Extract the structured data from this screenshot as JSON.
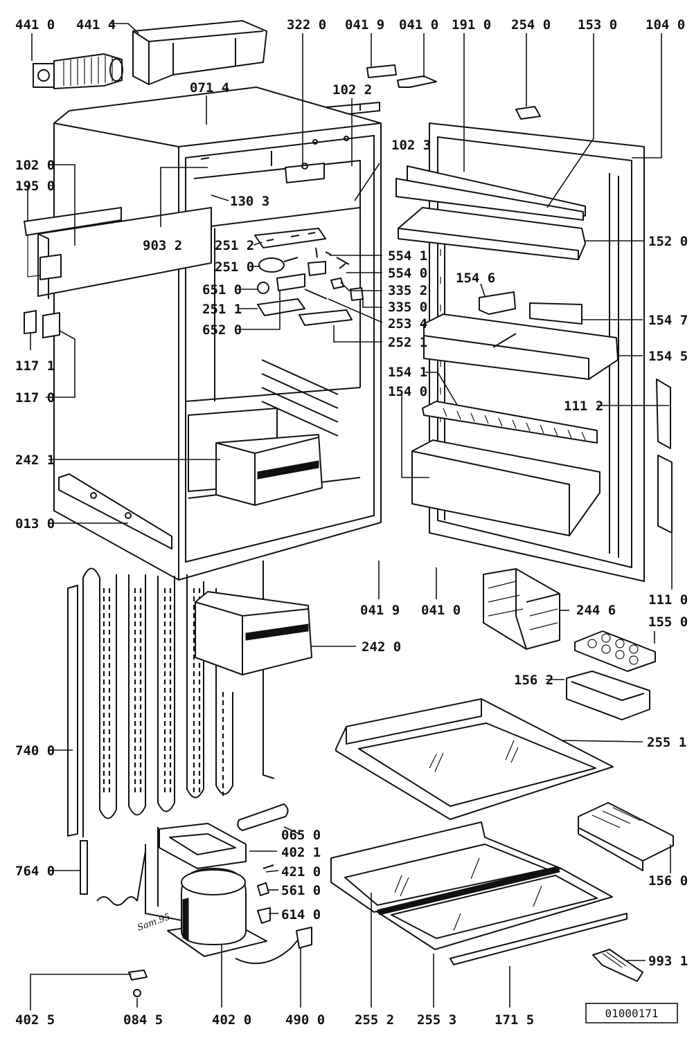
{
  "diagram": {
    "doc_id": "01000171",
    "signature": "Sam.95",
    "labels": [
      {
        "id": "l4410",
        "text": "441 0"
      },
      {
        "id": "l4414",
        "text": "441 4"
      },
      {
        "id": "l3220",
        "text": "322 0"
      },
      {
        "id": "l0419a",
        "text": "041 9"
      },
      {
        "id": "l0410a",
        "text": "041 0"
      },
      {
        "id": "l1910",
        "text": "191 0"
      },
      {
        "id": "l2540",
        "text": "254 0"
      },
      {
        "id": "l1530",
        "text": "153 0"
      },
      {
        "id": "l1040",
        "text": "104 0"
      },
      {
        "id": "l0714",
        "text": "071 4"
      },
      {
        "id": "l1022",
        "text": "102 2"
      },
      {
        "id": "l1023",
        "text": "102 3"
      },
      {
        "id": "l1020",
        "text": "102 0"
      },
      {
        "id": "l1950",
        "text": "195 0"
      },
      {
        "id": "l1303",
        "text": "130 3"
      },
      {
        "id": "l9032",
        "text": "903 2"
      },
      {
        "id": "l2512",
        "text": "251 2"
      },
      {
        "id": "l5541",
        "text": "554 1"
      },
      {
        "id": "l1520",
        "text": "152 0"
      },
      {
        "id": "l2510",
        "text": "251 0"
      },
      {
        "id": "l5540",
        "text": "554 0"
      },
      {
        "id": "l6510",
        "text": "651 0"
      },
      {
        "id": "l3352",
        "text": "335 2"
      },
      {
        "id": "l1546",
        "text": "154 6"
      },
      {
        "id": "l2511",
        "text": "251 1"
      },
      {
        "id": "l3350",
        "text": "335 0"
      },
      {
        "id": "l6520",
        "text": "652 0"
      },
      {
        "id": "l2534",
        "text": "253 4"
      },
      {
        "id": "l1547",
        "text": "154 7"
      },
      {
        "id": "l2521",
        "text": "252 1"
      },
      {
        "id": "l1171",
        "text": "117 1"
      },
      {
        "id": "l1545",
        "text": "154 5"
      },
      {
        "id": "l1541",
        "text": "154 1"
      },
      {
        "id": "l1540",
        "text": "154 0"
      },
      {
        "id": "l1170",
        "text": "117 0"
      },
      {
        "id": "l1112",
        "text": "111 2"
      },
      {
        "id": "l2421",
        "text": "242 1"
      },
      {
        "id": "l0130",
        "text": "013 0"
      },
      {
        "id": "l1110",
        "text": "111 0"
      },
      {
        "id": "l0419b",
        "text": "041 9"
      },
      {
        "id": "l0410b",
        "text": "041 0"
      },
      {
        "id": "l2446",
        "text": "244 6"
      },
      {
        "id": "l1550",
        "text": "155 0"
      },
      {
        "id": "l2420",
        "text": "242 0"
      },
      {
        "id": "l1562",
        "text": "156 2"
      },
      {
        "id": "l7400",
        "text": "740 0"
      },
      {
        "id": "l2551",
        "text": "255 1"
      },
      {
        "id": "l0650",
        "text": "065 0"
      },
      {
        "id": "l4021",
        "text": "402 1"
      },
      {
        "id": "l7640",
        "text": "764 0"
      },
      {
        "id": "l4210",
        "text": "421 0"
      },
      {
        "id": "l5610",
        "text": "561 0"
      },
      {
        "id": "l1560",
        "text": "156 0"
      },
      {
        "id": "l6140",
        "text": "614 0"
      },
      {
        "id": "l9931",
        "text": "993 1"
      },
      {
        "id": "l4025",
        "text": "402 5"
      },
      {
        "id": "l0845",
        "text": "084 5"
      },
      {
        "id": "l4020",
        "text": "402 0"
      },
      {
        "id": "l4900",
        "text": "490 0"
      },
      {
        "id": "l2552",
        "text": "255 2"
      },
      {
        "id": "l2553",
        "text": "255 3"
      },
      {
        "id": "l1715",
        "text": "171 5"
      }
    ]
  }
}
